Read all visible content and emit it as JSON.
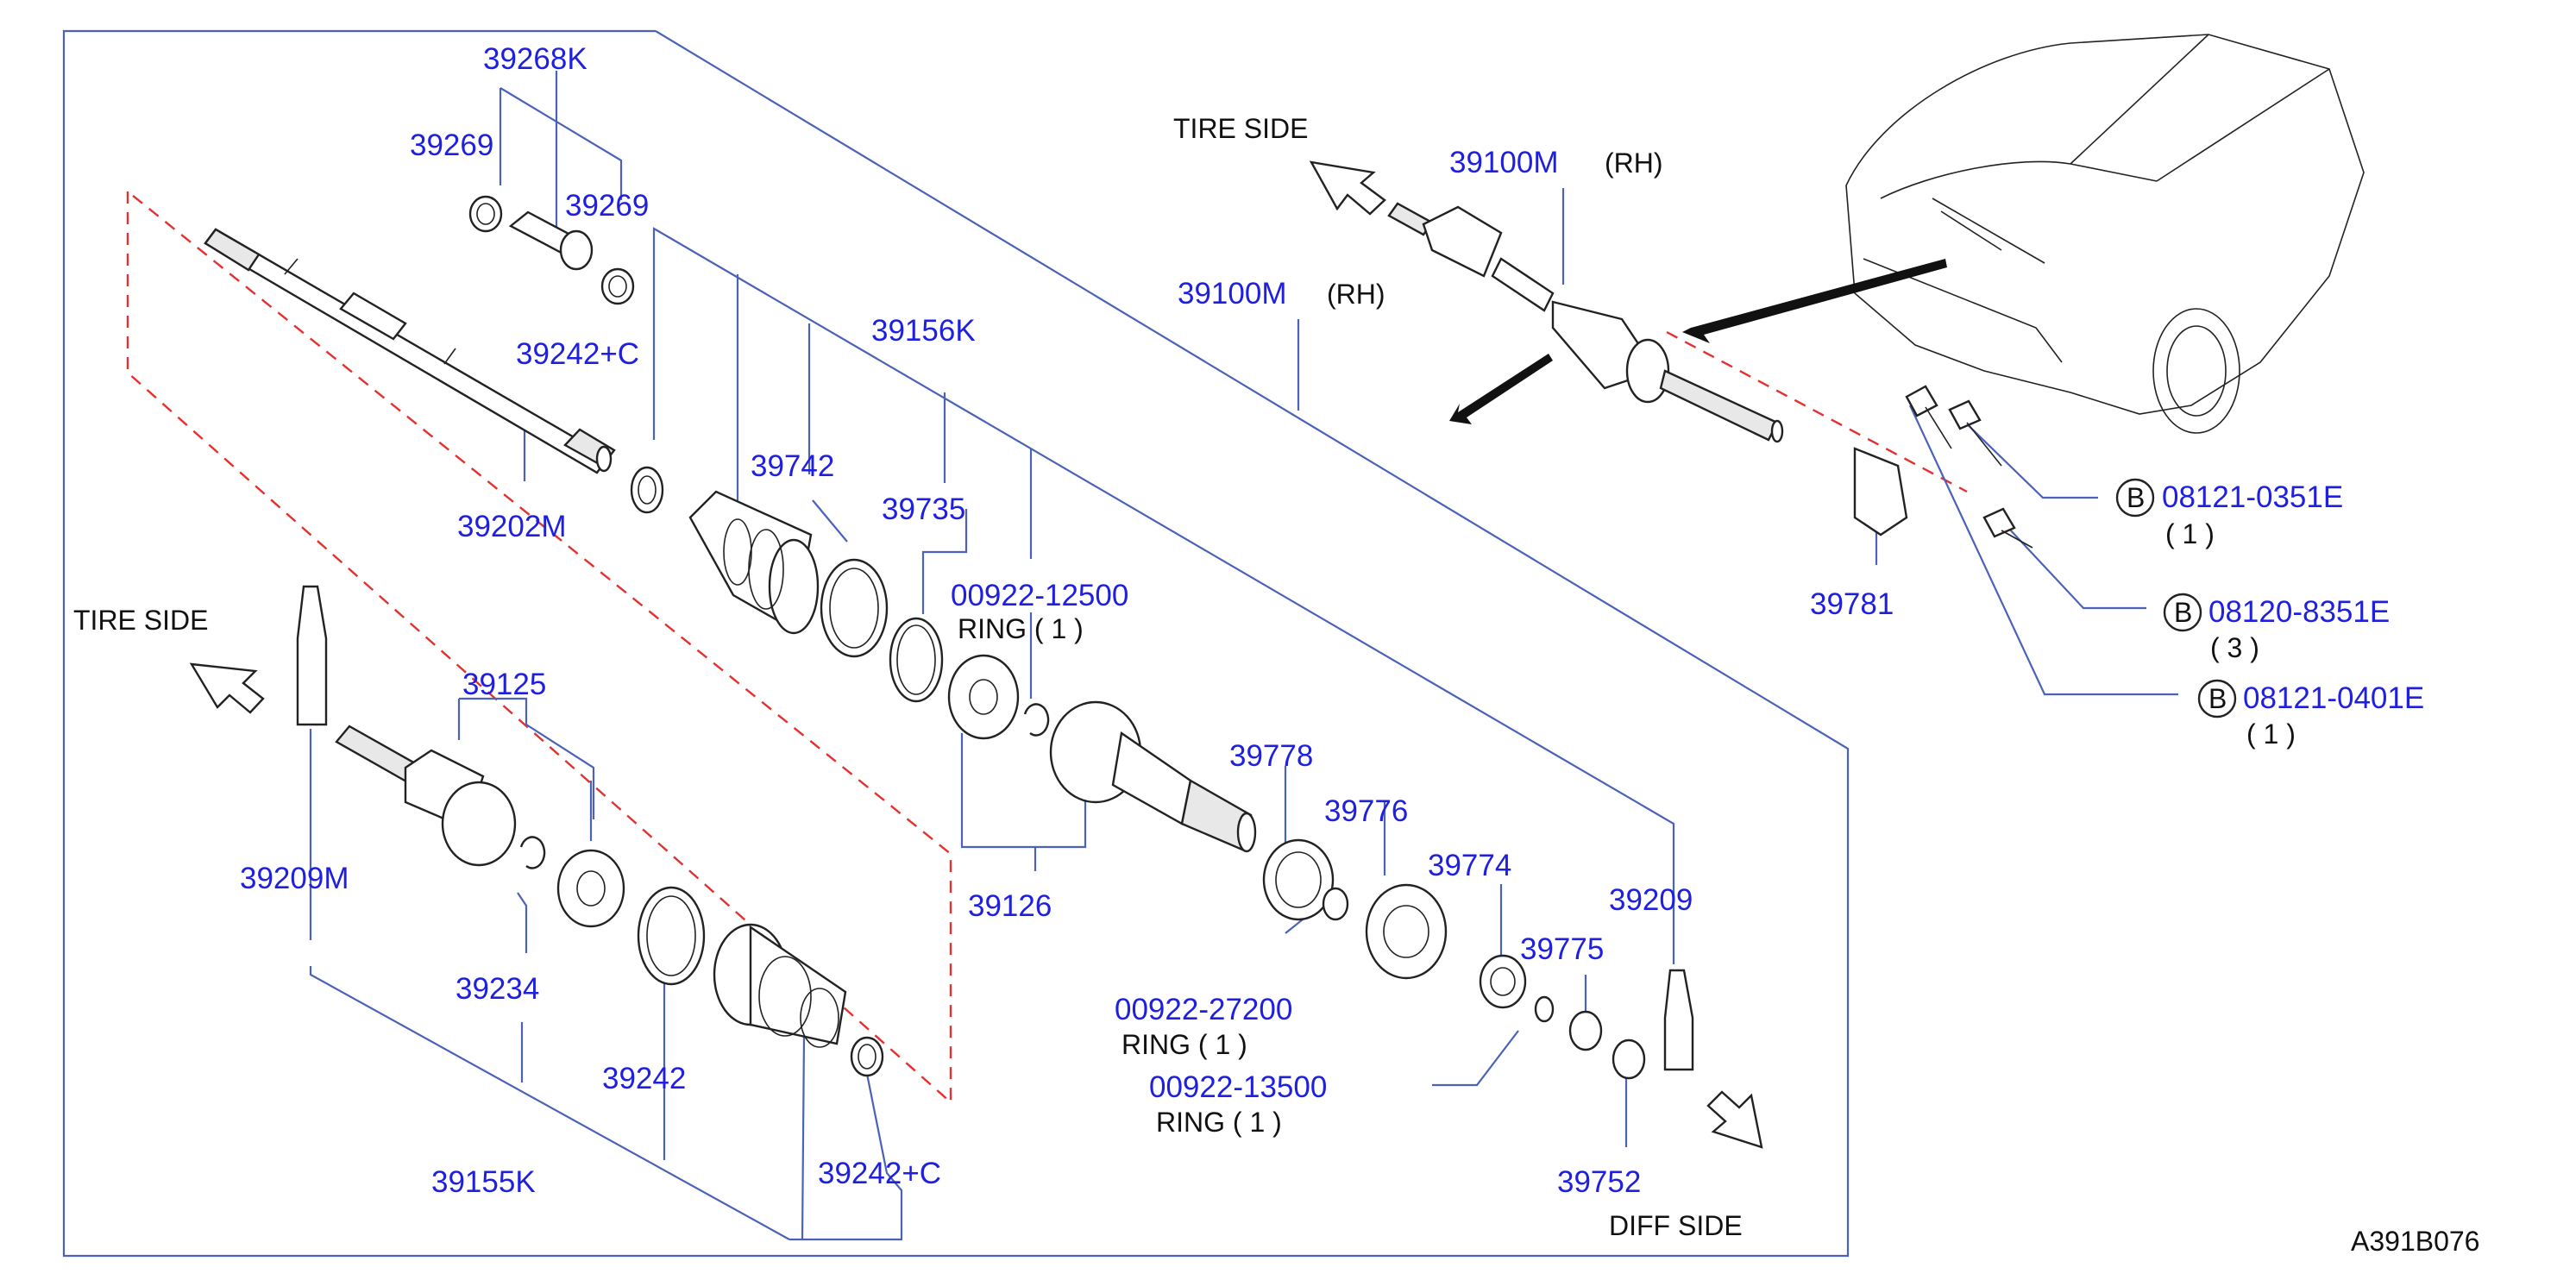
{
  "diagram_id": "A391B076",
  "directions": {
    "tire_side": "TIRE SIDE",
    "tire_side_2": "TIRE SIDE",
    "diff_side": "DIFF SIDE"
  },
  "parts": {
    "p39268K": "39268K",
    "p39269a": "39269",
    "p39269b": "39269",
    "p39242C_top": "39242+C",
    "p39156K": "39156K",
    "p39100M_main": "39100M",
    "p39100M_main_side": "(RH)",
    "p39100M_car": "39100M",
    "p39100M_car_side": "(RH)",
    "p39742": "39742",
    "p39202M": "39202M",
    "p39735": "39735",
    "p00922_12500": "00922-12500",
    "p00922_12500_note": "RING ( 1 )",
    "p39125": "39125",
    "p39209M": "39209M",
    "p39234": "39234",
    "p39242": "39242",
    "p39155K": "39155K",
    "p39242C_bottom": "39242+C",
    "p39126": "39126",
    "p39778": "39778",
    "p39776": "39776",
    "p39774": "39774",
    "p39775": "39775",
    "p39209": "39209",
    "p00922_27200": "00922-27200",
    "p00922_27200_note": "RING ( 1 )",
    "p00922_13500": "00922-13500",
    "p00922_13500_note": "RING ( 1 )",
    "p39752": "39752",
    "p39781": "39781"
  },
  "bolts": [
    {
      "badge": "B",
      "part": "08121-0351E",
      "qty": "( 1 )"
    },
    {
      "badge": "B",
      "part": "08120-8351E",
      "qty": "( 3 )"
    },
    {
      "badge": "B",
      "part": "08121-0401E",
      "qty": "( 1 )"
    }
  ]
}
